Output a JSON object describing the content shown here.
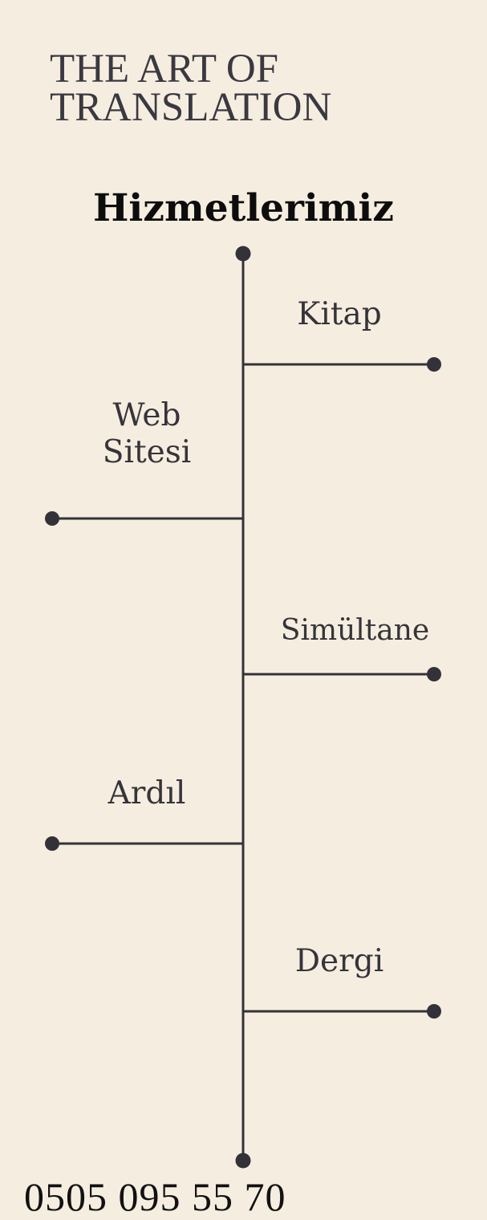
{
  "brand": {
    "line1": "THE ART OF",
    "line2": "TRANSLATION"
  },
  "section_title": "Hizmetlerimiz",
  "services": {
    "kitap": "Kitap",
    "web_line1": "Web",
    "web_line2": "Sitesi",
    "simultane": "Simültane",
    "ardil": "Ardıl",
    "dergi": "Dergi"
  },
  "phone": "0505 095 55 70",
  "colors": {
    "background": "#f5eddf",
    "line": "#333238",
    "text": "#36343a",
    "title": "#0d0d0d"
  }
}
